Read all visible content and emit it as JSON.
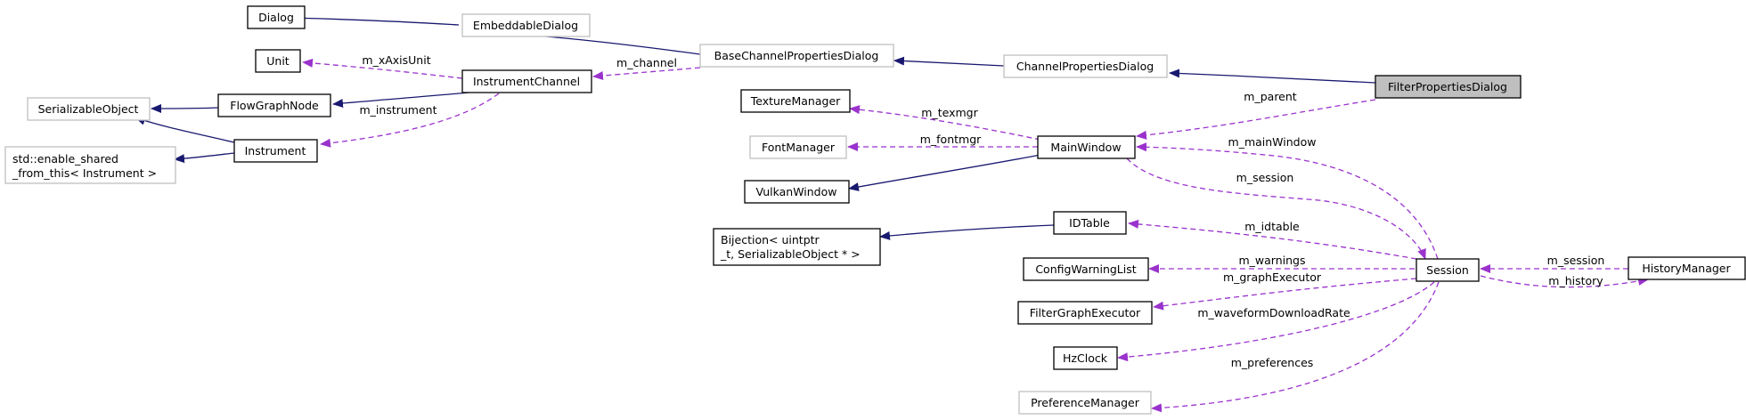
{
  "nodes": {
    "dialog": "Dialog",
    "embeddable_dialog": "EmbeddableDialog",
    "base_channel_properties_dialog": "BaseChannelPropertiesDialog",
    "channel_properties_dialog": "ChannelPropertiesDialog",
    "filter_properties_dialog": "FilterPropertiesDialog",
    "unit": "Unit",
    "instrument_channel": "InstrumentChannel",
    "serializable_object": "SerializableObject",
    "flow_graph_node": "FlowGraphNode",
    "std_enable_shared_line1": "std::enable_shared",
    "std_enable_shared_line2": "_from_this< Instrument >",
    "instrument": "Instrument",
    "texture_manager": "TextureManager",
    "font_manager": "FontManager",
    "main_window": "MainWindow",
    "vulkan_window": "VulkanWindow",
    "bijection_line1": "Bijection< uintptr",
    "bijection_line2": "_t, SerializableObject * >",
    "id_table": "IDTable",
    "config_warning_list": "ConfigWarningList",
    "session": "Session",
    "history_manager": "HistoryManager",
    "filter_graph_executor": "FilterGraphExecutor",
    "hz_clock": "HzClock",
    "preference_manager": "PreferenceManager"
  },
  "edge_labels": {
    "m_channel": "m_channel",
    "m_x_axis_unit": "m_xAxisUnit",
    "m_instrument": "m_instrument",
    "m_parent": "m_parent",
    "m_texmgr": "m_texmgr",
    "m_fontmgr": "m_fontmgr",
    "m_main_window": "m_mainWindow",
    "m_session_main": "m_session",
    "m_idtable": "m_idtable",
    "m_warnings": "m_warnings",
    "m_graph_executor": "m_graphExecutor",
    "m_waveform_download_rate": "m_waveformDownloadRate",
    "m_preferences": "m_preferences",
    "m_session_history": "m_session",
    "m_history": "m_history"
  },
  "colors": {
    "inheritance_edge": "#191970",
    "member_edge": "#9a32cd",
    "focus_fill": "#bfbfbf",
    "grey_border": "#bfbfbf"
  }
}
